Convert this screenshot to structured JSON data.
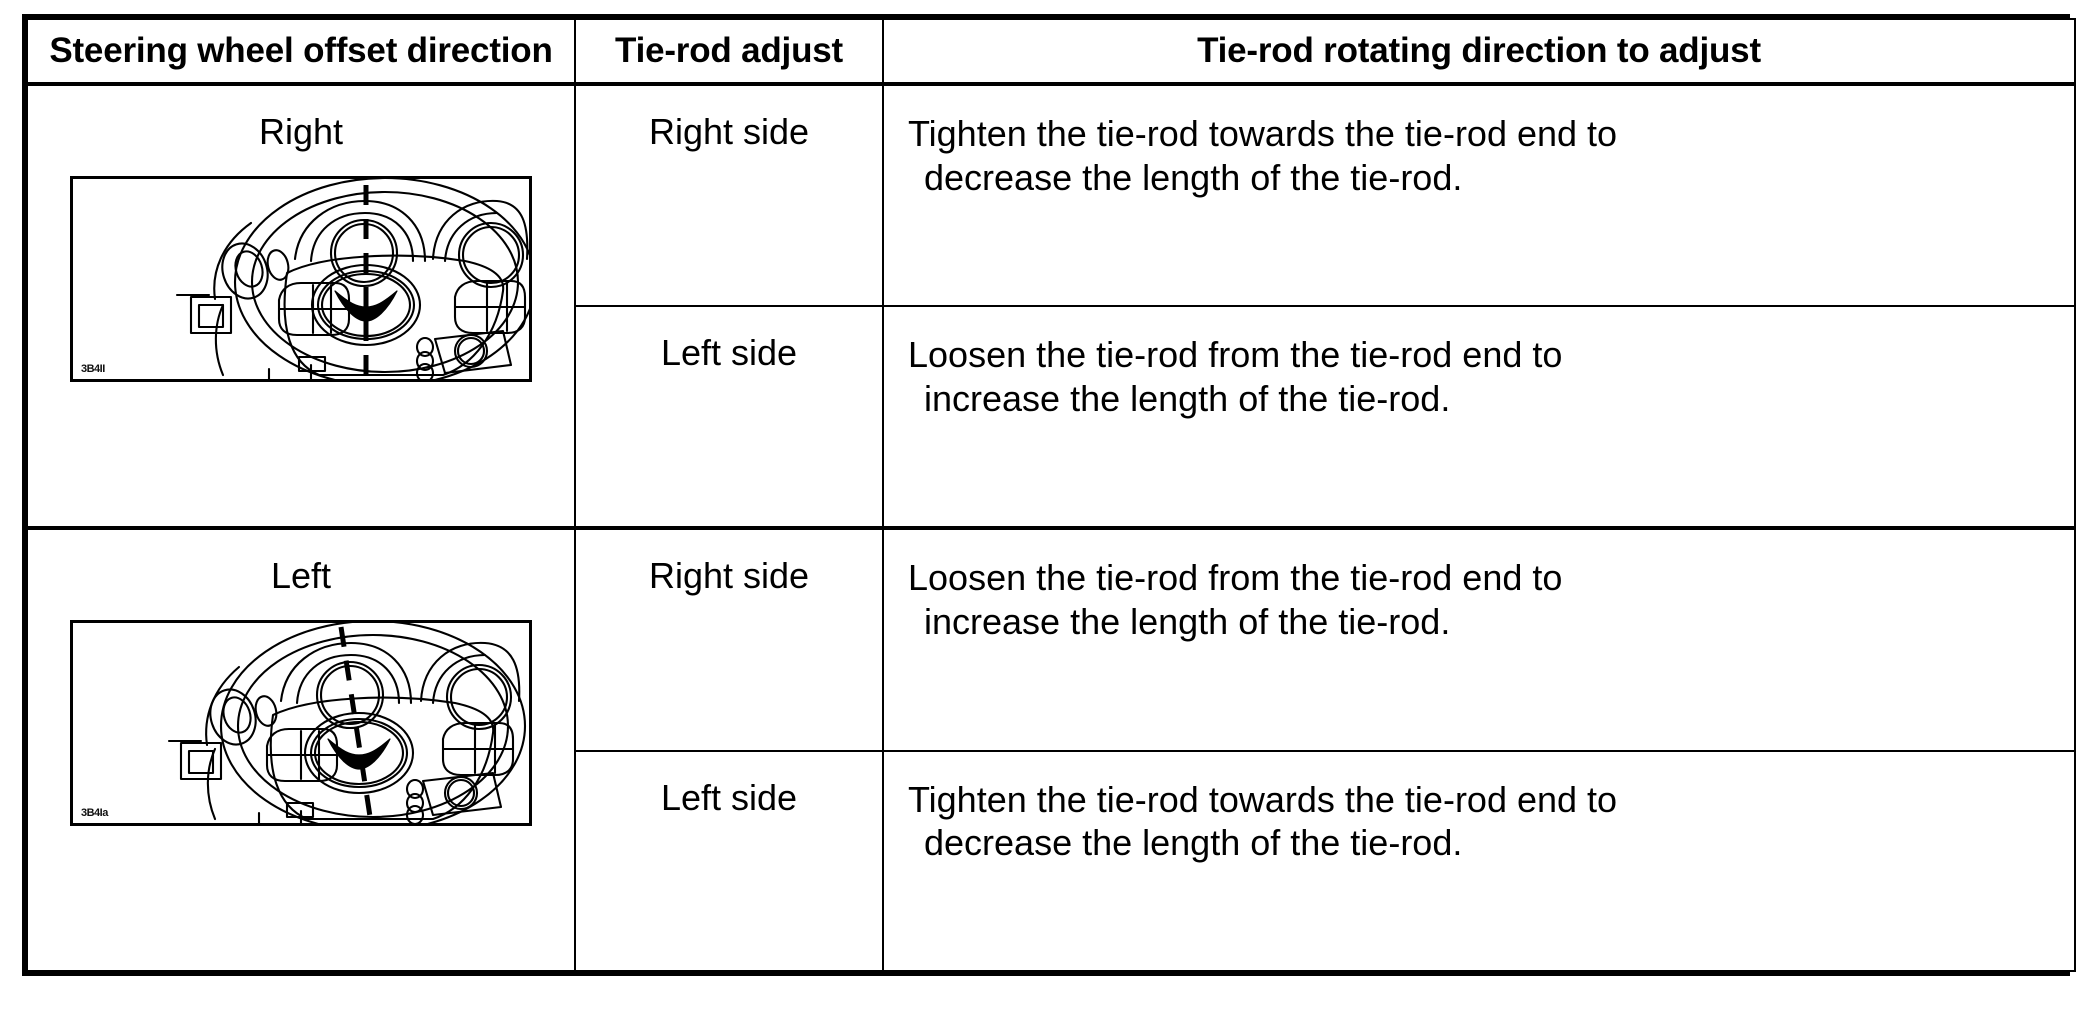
{
  "table": {
    "headers": [
      "Steering wheel offset direction",
      "Tie-rod adjust",
      "Tie-rod rotating direction to adjust"
    ],
    "rows": [
      {
        "direction": "Right",
        "figure": {
          "name": "steering-wheel-offset-right",
          "code": "3B4II",
          "marker_description": "dashed vertical centre line, wheel offset to the right"
        },
        "sub_rows": [
          {
            "adjust_side": "Right side",
            "instruction_line1": "Tighten the tie-rod towards the tie-rod end to",
            "instruction_line2": "decrease the length of the tie-rod."
          },
          {
            "adjust_side": "Left side",
            "instruction_line1": "Loosen the tie-rod from the tie-rod end to",
            "instruction_line2": "increase the length of the tie-rod."
          }
        ]
      },
      {
        "direction": "Left",
        "figure": {
          "name": "steering-wheel-offset-left",
          "code": "3B4Ia",
          "marker_description": "dashed tilted centre line, wheel offset to the left"
        },
        "sub_rows": [
          {
            "adjust_side": "Right side",
            "instruction_line1": "Loosen the tie-rod from the tie-rod end to",
            "instruction_line2": "increase the length of the tie-rod."
          },
          {
            "adjust_side": "Left side",
            "instruction_line1": "Tighten the tie-rod towards the tie-rod end to",
            "instruction_line2": "decrease the length of the tie-rod."
          }
        ]
      }
    ]
  },
  "colors": {
    "line": "#000000",
    "background": "#ffffff",
    "text": "#000000"
  }
}
